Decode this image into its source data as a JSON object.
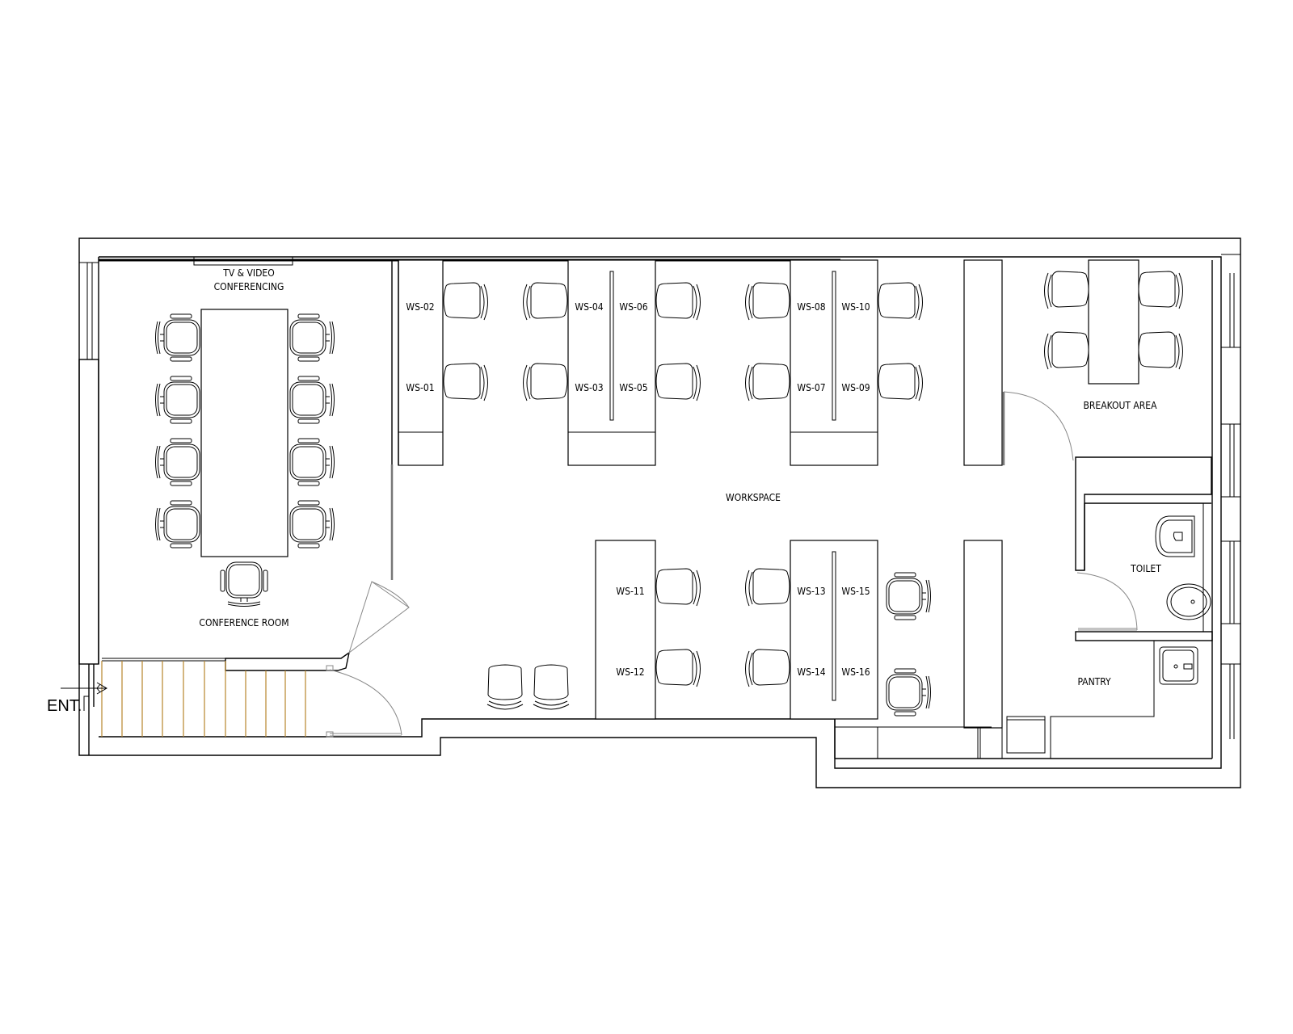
{
  "drawing": {
    "type": "office floor plan",
    "background": "#ffffff",
    "line_color": "#000000",
    "stair_color": "#b8862b"
  },
  "labels": {
    "tv": "TV & VIDEO",
    "conferencing": "CONFERENCING",
    "conference_room": "CONFERENCE ROOM",
    "workspace": "WORKSPACE",
    "breakout_area": "BREAKOUT AREA",
    "toilet": "TOILET",
    "pantry": "PANTRY",
    "entrance": "ENT."
  },
  "workstations": [
    {
      "id": "WS-01"
    },
    {
      "id": "WS-02"
    },
    {
      "id": "WS-03"
    },
    {
      "id": "WS-04"
    },
    {
      "id": "WS-05"
    },
    {
      "id": "WS-06"
    },
    {
      "id": "WS-07"
    },
    {
      "id": "WS-08"
    },
    {
      "id": "WS-09"
    },
    {
      "id": "WS-10"
    },
    {
      "id": "WS-11"
    },
    {
      "id": "WS-12"
    },
    {
      "id": "WS-13"
    },
    {
      "id": "WS-14"
    },
    {
      "id": "WS-15"
    },
    {
      "id": "WS-16"
    }
  ],
  "rooms": [
    {
      "name": "Conference Room",
      "seats": 9
    },
    {
      "name": "Workspace",
      "seats": 16
    },
    {
      "name": "Breakout Area",
      "seats": 4
    },
    {
      "name": "Toilet"
    },
    {
      "name": "Pantry"
    }
  ]
}
